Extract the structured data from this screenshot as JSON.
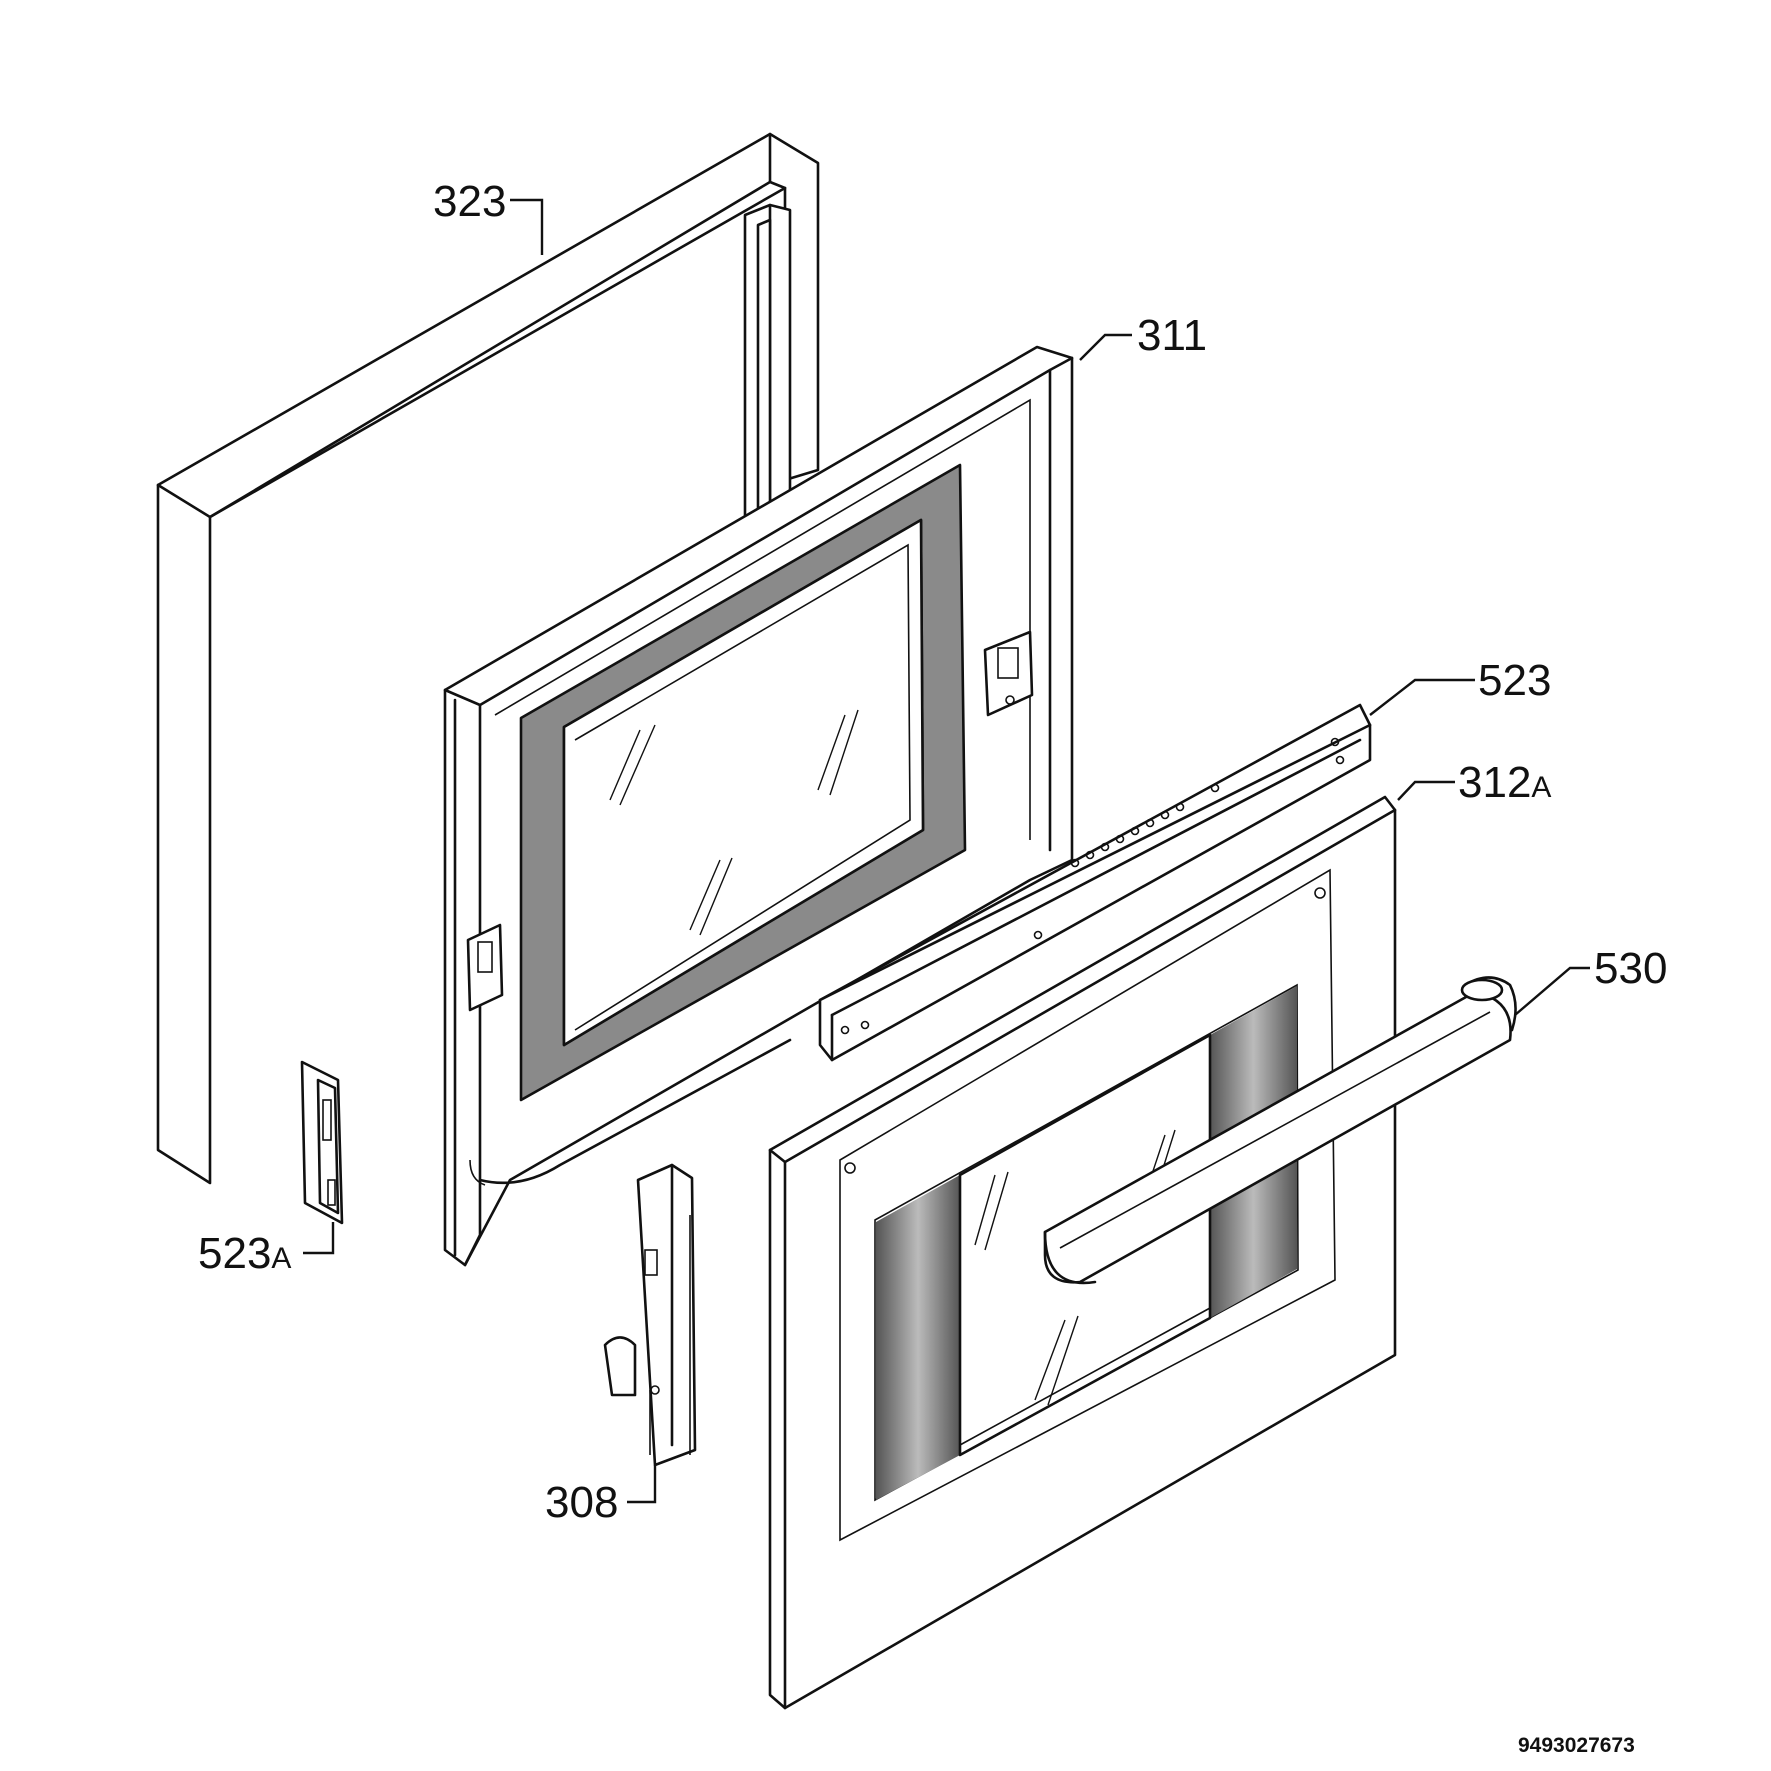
{
  "diagram": {
    "callouts": [
      {
        "id": "323",
        "text": "323",
        "suffix": ""
      },
      {
        "id": "311",
        "text": "311",
        "suffix": ""
      },
      {
        "id": "523",
        "text": "523",
        "suffix": ""
      },
      {
        "id": "312A",
        "text": "312",
        "suffix": "A"
      },
      {
        "id": "530",
        "text": "530",
        "suffix": ""
      },
      {
        "id": "523A",
        "text": "523",
        "suffix": "A"
      },
      {
        "id": "308",
        "text": "308",
        "suffix": ""
      }
    ],
    "document_number": "9493027673",
    "colors": {
      "line": "#111111",
      "gasket": "#8a8a8a",
      "background": "#ffffff"
    }
  }
}
